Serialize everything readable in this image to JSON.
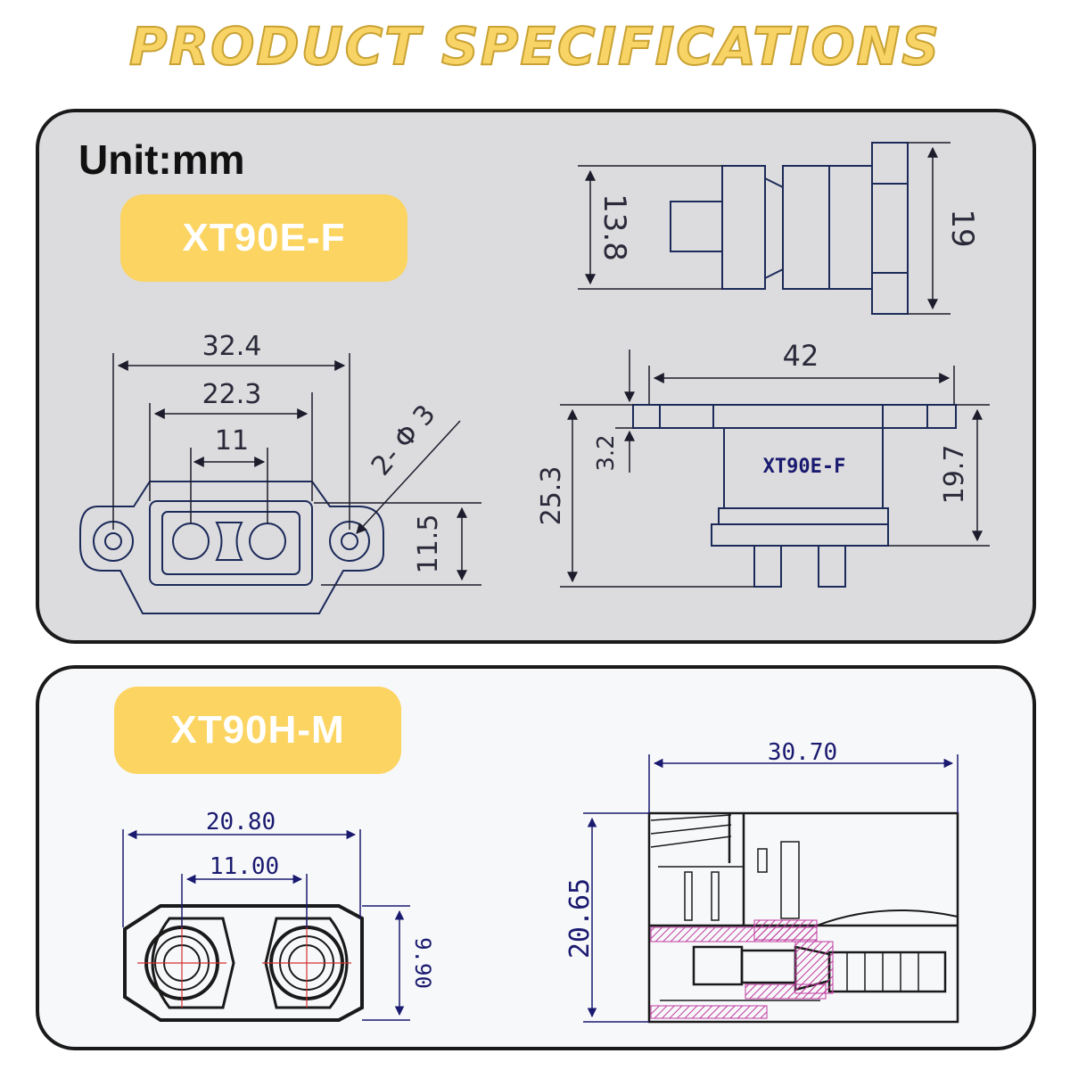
{
  "header": {
    "title": "PRODUCT SPECIFICATIONS"
  },
  "top_panel": {
    "unit_label": "Unit:mm",
    "model": "XT90E-F",
    "body_marking": "XT90E-F",
    "dims": {
      "height_138": "13.8",
      "height_19": "19",
      "width_324": "32.4",
      "width_223": "22.3",
      "pitch_11": "11",
      "hole_note": "2- Φ 3",
      "height_115": "11.5",
      "width_42": "42",
      "flange_32": "3.2",
      "height_253": "25.3",
      "height_197": "19.7"
    }
  },
  "bottom_panel": {
    "model": "XT90H-M",
    "dims": {
      "width_2080": "20.80",
      "pitch_1100": "11.00",
      "height_990": "9.90",
      "width_3070": "30.70",
      "height_2065": "20.65"
    }
  },
  "colors": {
    "accent_yellow": "#fbd462",
    "line_blue": "#1c2a5a",
    "hatch_magenta": "#c03aa0"
  }
}
